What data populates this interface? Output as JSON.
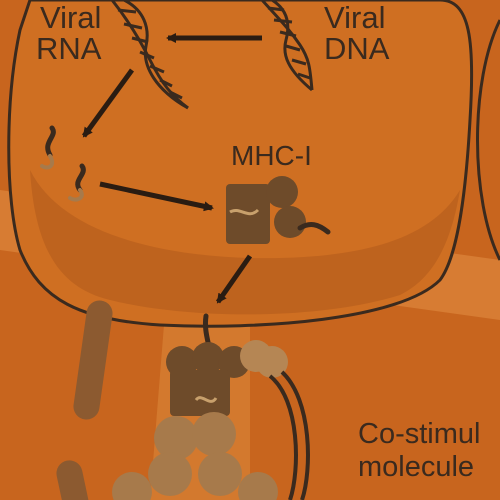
{
  "labels": {
    "viral_rna": [
      "Viral",
      "RNA"
    ],
    "viral_dna": [
      "Viral",
      "DNA"
    ],
    "mhc": "MHC-I",
    "costim": [
      "Co-stimul",
      "molecule"
    ]
  },
  "colors": {
    "background": "#c8651e",
    "band_light": "#dd8a3c",
    "cell_fill": "#cf6f22",
    "cell_outline": "#3a2a1e",
    "protein": "#a77a4b",
    "protein_dark": "#6e4b2a",
    "arrow": "#2a1c12"
  },
  "icons": [
    "viral-rna-helix-icon",
    "viral-dna-helix-icon",
    "mhc-protein-icon",
    "t-cell-receptor-icon"
  ]
}
